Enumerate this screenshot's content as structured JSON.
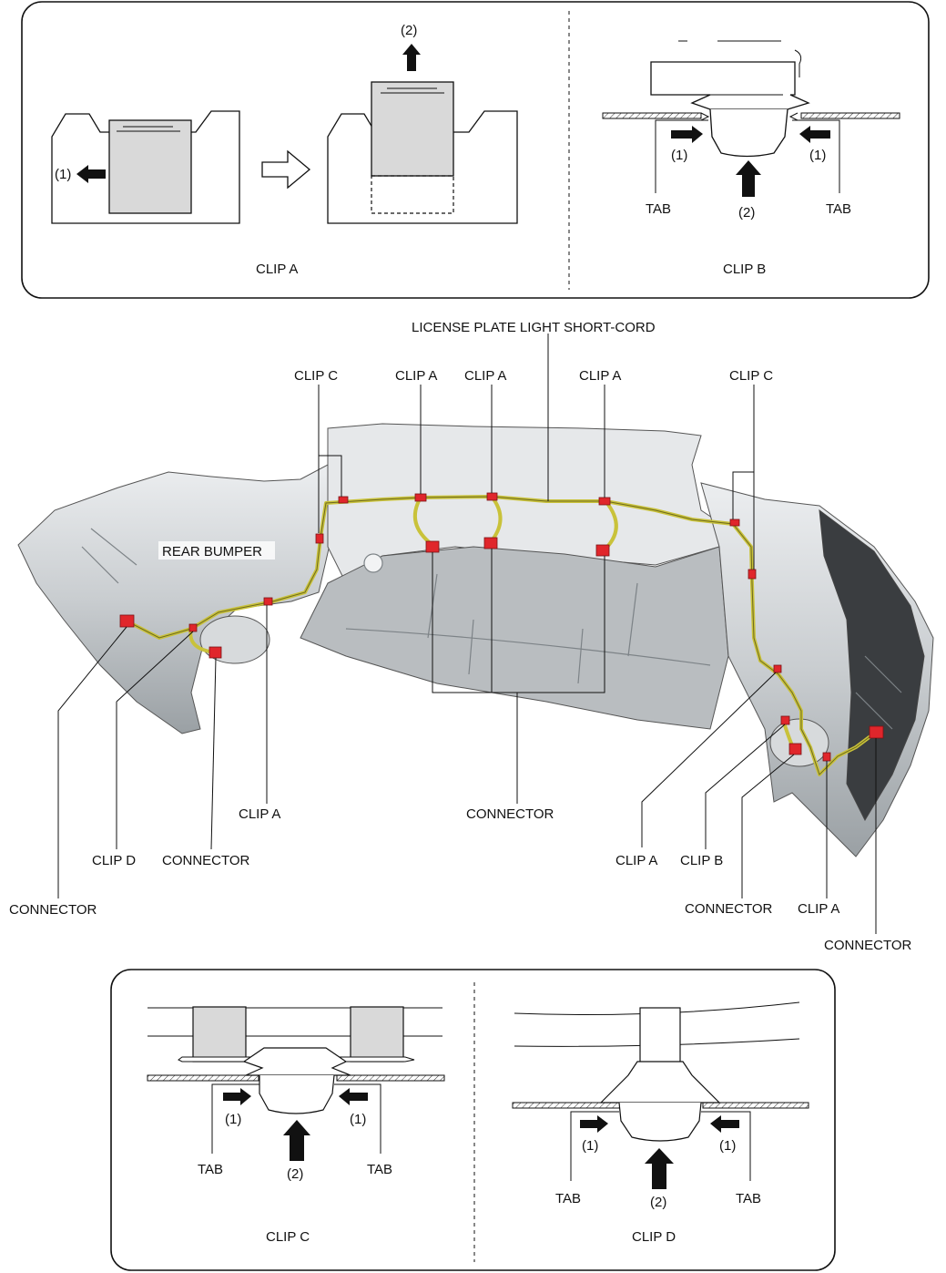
{
  "top_panel": {
    "clip_a": {
      "caption": "CLIP A",
      "step1": "(1)",
      "step2": "(2)"
    },
    "clip_b": {
      "caption": "CLIP B",
      "step1_left": "(1)",
      "step1_right": "(1)",
      "step2": "(2)",
      "tab_left": "TAB",
      "tab_right": "TAB"
    }
  },
  "main": {
    "title": "LICENSE PLATE LIGHT SHORT-CORD",
    "part_label": "REAR BUMPER",
    "labels": {
      "clip_c_left": "CLIP C",
      "clip_a_1": "CLIP A",
      "clip_a_2": "CLIP A",
      "clip_a_3": "CLIP A",
      "clip_c_right": "CLIP C",
      "clip_a_left_lower": "CLIP A",
      "connector_center": "CONNECTOR",
      "clip_d": "CLIP D",
      "connector_left_mid": "CONNECTOR",
      "connector_left": "CONNECTOR",
      "clip_a_right_1": "CLIP A",
      "clip_b": "CLIP B",
      "connector_right_mid": "CONNECTOR",
      "clip_a_right_2": "CLIP A",
      "connector_right": "CONNECTOR"
    }
  },
  "bottom_panel": {
    "clip_c": {
      "caption": "CLIP C",
      "step1_left": "(1)",
      "step1_right": "(1)",
      "step2": "(2)",
      "tab_left": "TAB",
      "tab_right": "TAB"
    },
    "clip_d": {
      "caption": "CLIP D",
      "step1_left": "(1)",
      "step1_right": "(1)",
      "step2": "(2)",
      "tab_left": "TAB",
      "tab_right": "TAB"
    }
  },
  "colors": {
    "harness": "#c9c23a",
    "connector": "#e0262b",
    "clip_body": "#d9d9d9",
    "bumper": "#cfd2d4"
  }
}
